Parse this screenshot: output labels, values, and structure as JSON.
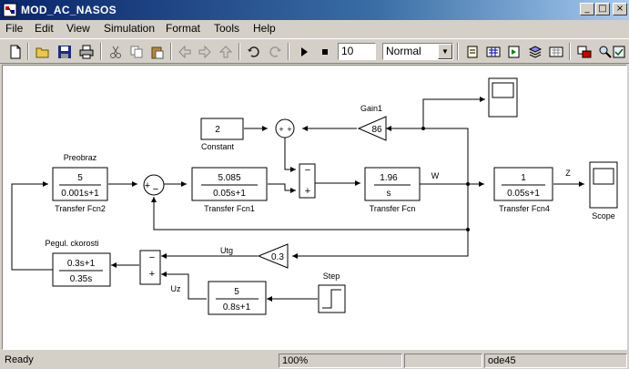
{
  "window": {
    "title": "MOD_AC_NASOS",
    "minimize_glyph": "_",
    "maximize_glyph": "□",
    "close_glyph": "×"
  },
  "menu": [
    "File",
    "Edit",
    "View",
    "Simulation",
    "Format",
    "Tools",
    "Help"
  ],
  "toolbar": {
    "icons": [
      "new-model-icon",
      "open-icon",
      "save-icon",
      "print-icon",
      "cut-icon",
      "copy-icon",
      "paste-icon",
      "back-icon",
      "forward-icon",
      "up-icon",
      "undo-icon",
      "redo-icon",
      "start-simulation-icon",
      "stop-simulation-icon",
      "build-icon",
      "update-diagram-icon",
      "library-browser-icon",
      "model-explorer-icon",
      "toggle-browser-icon",
      "debugger-icon"
    ],
    "stop_time": "10",
    "sim_mode": "Normal"
  },
  "blocks": {
    "tf2": {
      "num": "5",
      "den": "0.001s+1",
      "name": "Transfer Fcn2",
      "label": "Preobraz"
    },
    "tf1": {
      "num": "5.085",
      "den": "0.05s+1",
      "name": "Transfer Fcn1"
    },
    "tf": {
      "num": "1.96",
      "den": "s",
      "name": "Transfer Fcn"
    },
    "tf4": {
      "num": "1",
      "den": "0.05s+1",
      "name": "Transfer Fcn4"
    },
    "constant": {
      "value": "2",
      "name": "Constant"
    },
    "gain1": {
      "value": "86",
      "name": "Gain1"
    },
    "gain_utg": {
      "value": "0.3"
    },
    "reg": {
      "num": "0.3s+1",
      "den": "0.35s",
      "label": "Pegul. ckorosti"
    },
    "tf_uz": {
      "num": "5",
      "den": "0.8s+1"
    },
    "step": {
      "name": "Step"
    },
    "scope": {
      "name": "Scope"
    }
  },
  "signals": {
    "w": "W",
    "z": "Z",
    "utg": "Utg",
    "uz": "Uz"
  },
  "signs": {
    "plus": "+",
    "minus": "−"
  },
  "status": {
    "ready": "Ready",
    "zoom": "100%",
    "solver": "ode45"
  }
}
